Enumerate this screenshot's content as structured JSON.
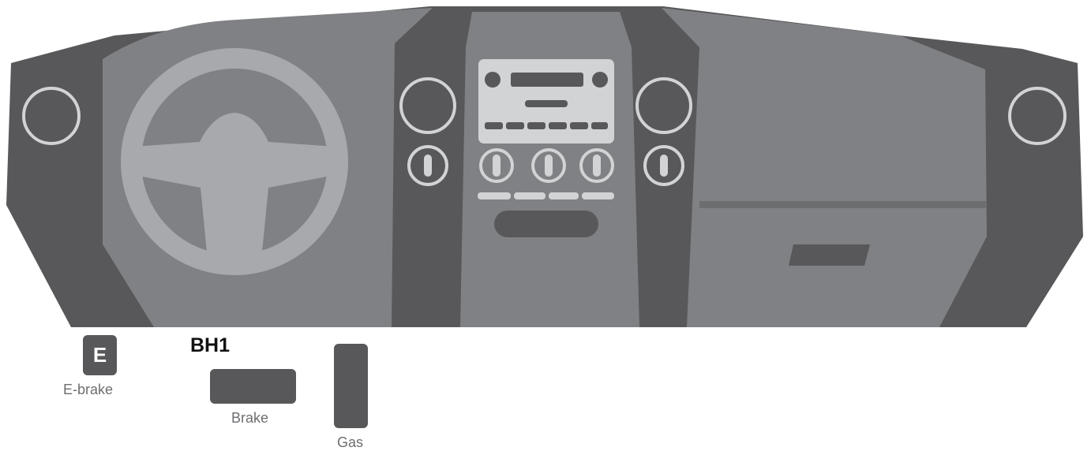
{
  "title": "BH1",
  "controls": {
    "ebrake": {
      "badge": "E",
      "label": "E-brake"
    },
    "brake": {
      "label": "Brake"
    },
    "gas": {
      "label": "Gas"
    }
  },
  "colors": {
    "dash_dark": "#58585a",
    "dash_mid": "#808184",
    "dash_light": "#a7a9ac",
    "radio_panel": "#d1d3d4",
    "label_text": "#6d6e70"
  }
}
